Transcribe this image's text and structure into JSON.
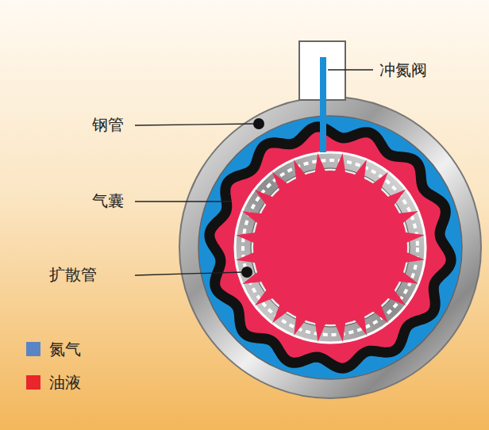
{
  "diagram": {
    "labels": [
      "冲氮阀",
      "钢管",
      "气囊",
      "扩散管"
    ],
    "legend": [
      {
        "text": "氮气",
        "color": "#5b84c6"
      },
      {
        "text": "油液",
        "color": "#e8262b"
      }
    ]
  }
}
